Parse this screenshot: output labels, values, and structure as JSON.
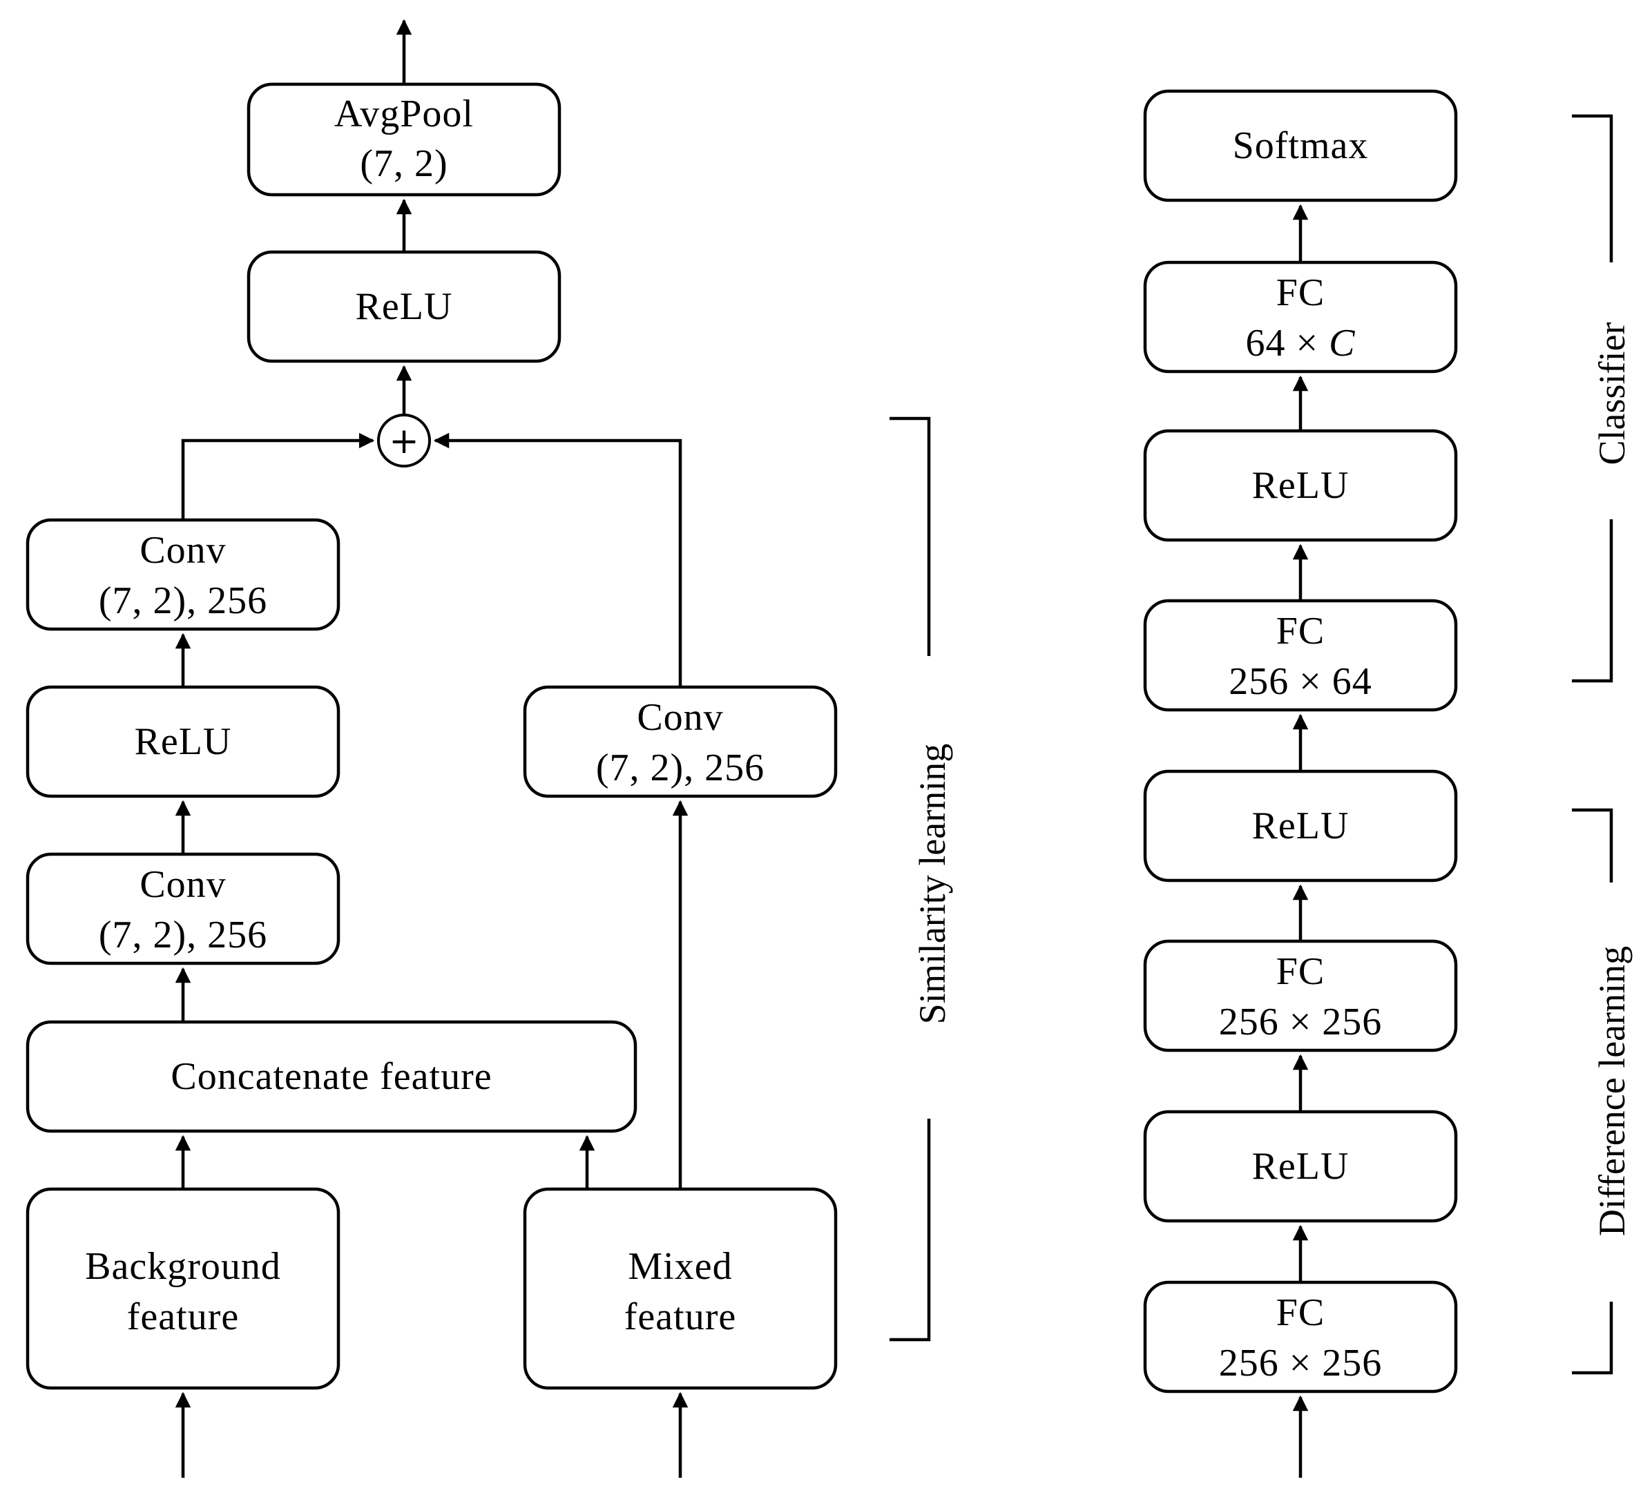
{
  "left": {
    "avgpool": {
      "line1": "AvgPool",
      "line2": "(7, 2)"
    },
    "relu_top": "ReLU",
    "conv_a": {
      "line1": "Conv",
      "line2": "(7, 2), 256"
    },
    "relu_mid": "ReLU",
    "conv_b": {
      "line1": "Conv",
      "line2": "(7, 2), 256"
    },
    "conv_right": {
      "line1": "Conv",
      "line2": "(7, 2), 256"
    },
    "concat": "Concatenate feature",
    "background": {
      "line1": "Background",
      "line2": "feature"
    },
    "mixed": {
      "line1": "Mixed",
      "line2": "feature"
    },
    "sum_symbol": "+"
  },
  "right": {
    "softmax": "Softmax",
    "fc1": {
      "line1": "FC",
      "line2_num": "64 × ",
      "line2_var": "C"
    },
    "relu1": "ReLU",
    "fc2": {
      "line1": "FC",
      "line2": "256 × 64"
    },
    "relu2": "ReLU",
    "fc3": {
      "line1": "FC",
      "line2": "256 × 256"
    },
    "relu3": "ReLU",
    "fc4": {
      "line1": "FC",
      "line2": "256 × 256"
    }
  },
  "labels": {
    "similarity": "Similarity learning",
    "classifier": "Classifier",
    "difference": "Difference learning"
  }
}
